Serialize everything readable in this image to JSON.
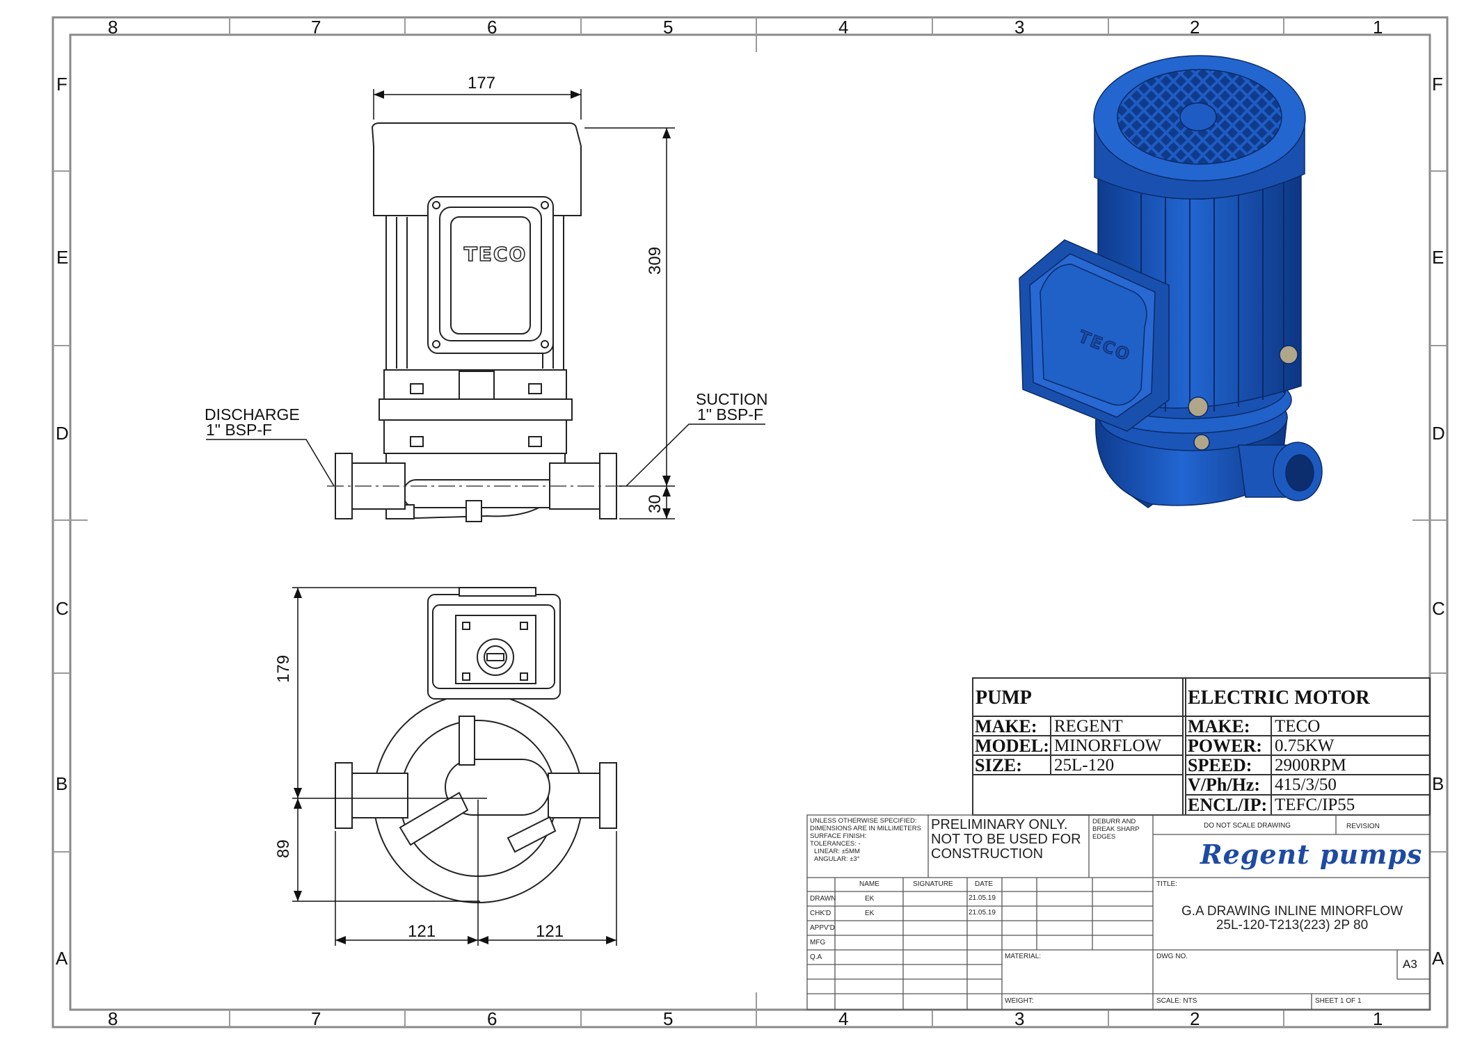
{
  "border": {
    "columns": [
      "8",
      "7",
      "6",
      "5",
      "4",
      "3",
      "2",
      "1"
    ],
    "rows": [
      "F",
      "E",
      "D",
      "C",
      "B",
      "A"
    ]
  },
  "front_view": {
    "dim_width": "177",
    "dim_height": "309",
    "dim_base": "30",
    "motor_label": "TECO",
    "discharge": [
      "DISCHARGE",
      "1\" BSP-F"
    ],
    "suction": [
      "SUCTION",
      "1\" BSP-F"
    ]
  },
  "top_view": {
    "dim_179": "179",
    "dim_89": "89",
    "dim_121_left": "121",
    "dim_121_right": "121"
  },
  "iso_view": {
    "motor_label": "TECO",
    "body_color": "#1b55b8"
  },
  "spec_table": {
    "pump_heading": "PUMP",
    "motor_heading": "ELECTRIC MOTOR",
    "pump_rows": [
      {
        "key": "MAKE:",
        "value": "REGENT"
      },
      {
        "key": "MODEL:",
        "value": "MINORFLOW"
      },
      {
        "key": "SIZE:",
        "value": "25L-120"
      }
    ],
    "motor_rows": [
      {
        "key": "MAKE:",
        "value": "TECO"
      },
      {
        "key": "POWER:",
        "value": "0.75KW"
      },
      {
        "key": "SPEED:",
        "value": "2900RPM"
      },
      {
        "key": "V/Ph/Hz:",
        "value": "415/3/50"
      },
      {
        "key": "ENCL/IP:",
        "value": "TEFC/IP55"
      }
    ]
  },
  "title_block": {
    "notes": [
      "UNLESS OTHERWISE SPECIFIED:",
      "DIMENSIONS ARE IN MILLIMETERS",
      "SURFACE FINISH:",
      "TOLERANCES: -",
      "  LINEAR: ±5MM",
      "  ANGULAR: ±3°"
    ],
    "preliminary": [
      "PRELIMINARY ONLY.",
      "NOT TO BE USED FOR",
      "CONSTRUCTION"
    ],
    "deburr": [
      "DEBURR AND",
      "BREAK SHARP",
      "EDGES"
    ],
    "do_not_scale": "DO NOT SCALE DRAWING",
    "revision": "REVISION",
    "brand": "Regent pumps",
    "brand_color": "#1d4aa3",
    "header_cols": [
      "NAME",
      "SIGNATURE",
      "DATE"
    ],
    "rows": [
      {
        "label": "DRAWN",
        "name": "EK",
        "date": "21.05.19"
      },
      {
        "label": "CHK'D",
        "name": "EK",
        "date": "21.05.19"
      },
      {
        "label": "APPV'D",
        "name": "",
        "date": ""
      },
      {
        "label": "MFG",
        "name": "",
        "date": ""
      },
      {
        "label": "Q.A",
        "name": "",
        "date": ""
      }
    ],
    "title_label": "TITLE:",
    "title_lines": [
      "G.A DRAWING INLINE MINORFLOW",
      "25L-120-T213(223) 2P 80"
    ],
    "material_label": "MATERIAL:",
    "dwg_no_label": "DWG NO.",
    "size": "A3",
    "weight_label": "WEIGHT:",
    "scale_label": "SCALE: NTS",
    "sheet_label": "SHEET 1 OF 1"
  }
}
